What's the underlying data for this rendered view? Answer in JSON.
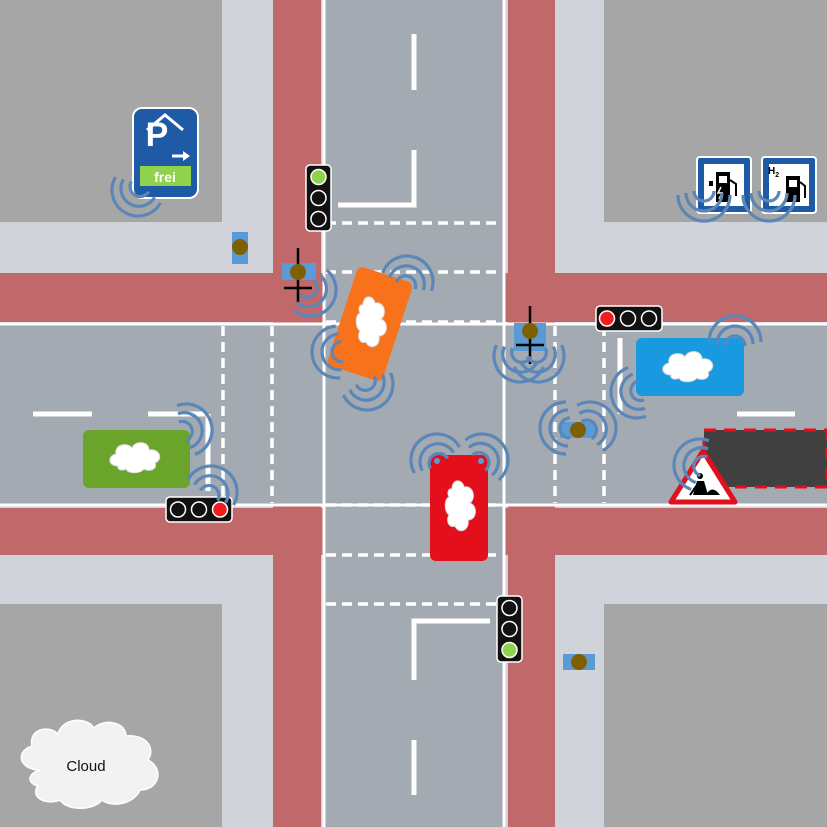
{
  "diagram": {
    "colors": {
      "block_gray": "#a6a6a6",
      "sidewalk": "#d0d3da",
      "road": "#a3aab1",
      "bike_lane": "#c0686a",
      "lane_marking": "#ffffff",
      "sign_blue": "#1f5aa6",
      "signal_wave": "#5b87b8",
      "sensor_box": "#5b9bd5",
      "sensor_dot": "#7f6000",
      "car_orange": "#f7721b",
      "car_blue": "#199ae0",
      "car_green": "#6aa42b",
      "car_red": "#e3101c",
      "light_green": "#8fd24b",
      "light_red": "#ef1d1d",
      "construction_area": "#404040"
    },
    "signs": {
      "parking": {
        "letter": "P",
        "status_text": "frei",
        "icon": "parking-arrow-icon"
      },
      "charging_station": {
        "icon": "ev-charging-icon"
      },
      "hydrogen_station": {
        "label": "H",
        "subscript": "2",
        "icon": "hydrogen-fuel-icon"
      },
      "roadworks": {
        "icon": "roadworks-warning-icon"
      }
    },
    "cloud": {
      "label": "Cloud"
    },
    "vehicles": [
      {
        "name": "orange-car",
        "color": "orange"
      },
      {
        "name": "blue-car",
        "color": "blue"
      },
      {
        "name": "green-car",
        "color": "green"
      },
      {
        "name": "red-car",
        "color": "red"
      }
    ],
    "traffic_lights": [
      {
        "name": "traffic-light-north",
        "state": "green"
      },
      {
        "name": "traffic-light-east",
        "state": "red"
      },
      {
        "name": "traffic-light-west",
        "state": "red"
      },
      {
        "name": "traffic-light-south",
        "state": "green"
      }
    ]
  }
}
